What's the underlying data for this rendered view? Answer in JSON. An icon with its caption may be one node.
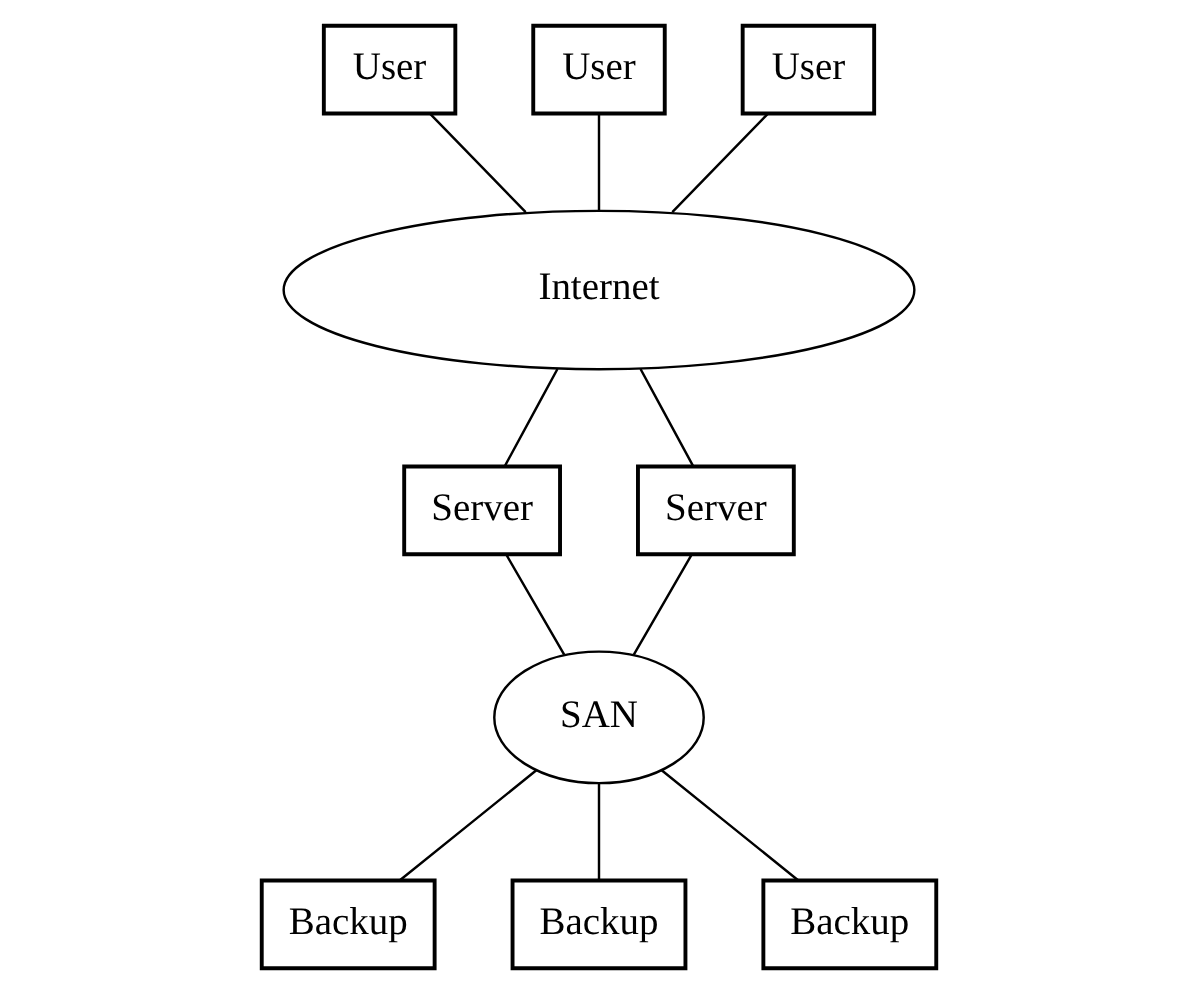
{
  "diagram": {
    "nodes": [
      {
        "text": [
          "User"
        ]
      },
      {
        "text": [
          "User"
        ]
      },
      {
        "text": [
          "User"
        ]
      },
      {
        "text": [
          "Internet"
        ]
      },
      {
        "text": [
          "Server"
        ]
      },
      {
        "text": [
          "Server"
        ]
      },
      {
        "text": [
          "SAN"
        ]
      },
      {
        "text": [
          "Backup"
        ]
      },
      {
        "text": [
          "Backup"
        ]
      },
      {
        "text": [
          "Backup"
        ]
      }
    ],
    "edges": [
      {
        "from": 0,
        "to": 3,
        "arrow": "none"
      },
      {
        "from": 1,
        "to": 3,
        "arrow": "none"
      },
      {
        "from": 2,
        "to": 3,
        "arrow": "none"
      },
      {
        "from": 3,
        "to": 4,
        "arrow": "none"
      },
      {
        "from": 3,
        "to": 5,
        "arrow": "none"
      },
      {
        "from": 4,
        "to": 6,
        "arrow": "none"
      },
      {
        "from": 5,
        "to": 6,
        "arrow": "none"
      },
      {
        "from": 6,
        "to": 7,
        "arrow": "none"
      },
      {
        "from": 6,
        "to": 8,
        "arrow": "none"
      },
      {
        "from": 6,
        "to": 9,
        "arrow": "none"
      }
    ]
  }
}
